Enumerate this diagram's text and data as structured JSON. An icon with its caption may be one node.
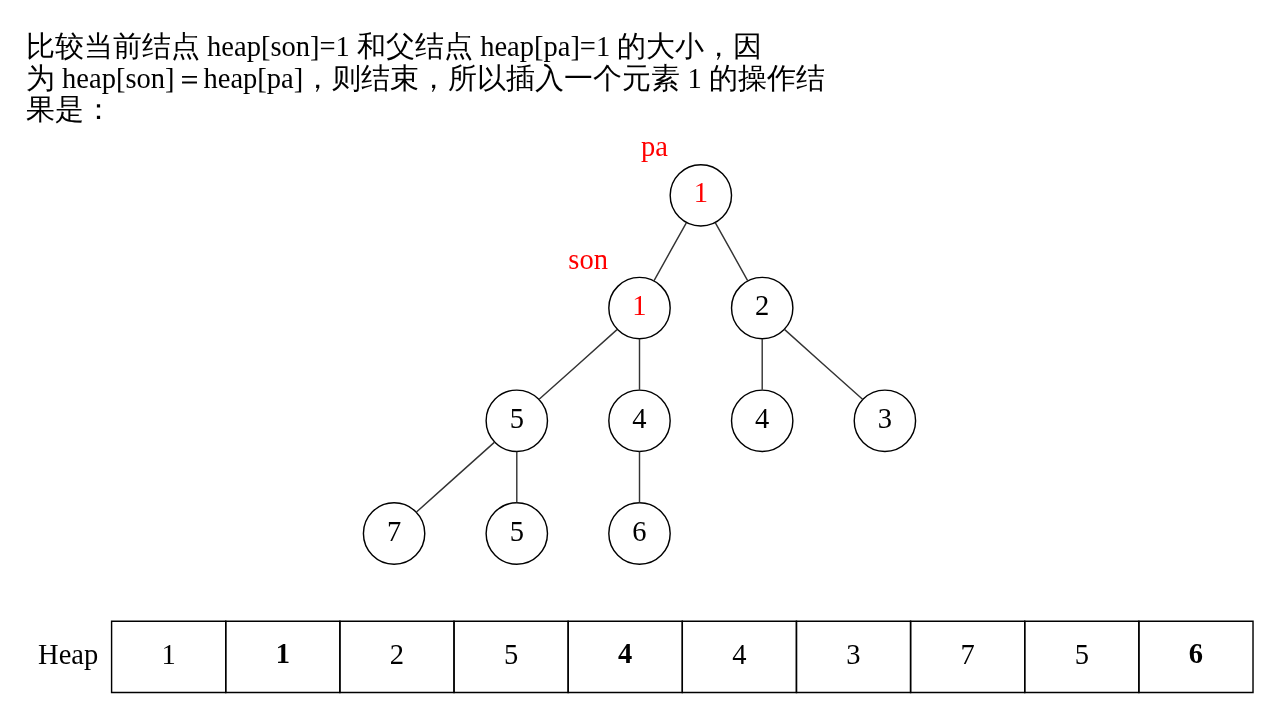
{
  "diagram": {
    "title": "比较当前结点 heap[son]=1 和父结点 heap[pa]=1 的大小，因为 heap[son]＝heap[pa]，则结束，所以插入一个元素 1 的操作结果是：",
    "nodes": [
      {
        "text": [
          "1"
        ],
        "beside": [
          "pa"
        ]
      },
      {
        "text": [
          "1"
        ],
        "beside": [
          "son"
        ]
      },
      {
        "text": [
          "2"
        ]
      },
      {
        "text": [
          "5"
        ]
      },
      {
        "text": [
          "4"
        ]
      },
      {
        "text": [
          "4"
        ]
      },
      {
        "text": [
          "3"
        ]
      },
      {
        "text": [
          "7"
        ]
      },
      {
        "text": [
          "5"
        ]
      },
      {
        "text": [
          "6"
        ]
      }
    ],
    "edges": [
      {
        "from": 0,
        "to": 1,
        "arrow": "none"
      },
      {
        "from": 0,
        "to": 2,
        "arrow": "none"
      },
      {
        "from": 1,
        "to": 3,
        "arrow": "none"
      },
      {
        "from": 1,
        "to": 4,
        "arrow": "none"
      },
      {
        "from": 2,
        "to": 5,
        "arrow": "none"
      },
      {
        "from": 2,
        "to": 6,
        "arrow": "none"
      },
      {
        "from": 3,
        "to": 7,
        "arrow": "none"
      },
      {
        "from": 3,
        "to": 8,
        "arrow": "none"
      },
      {
        "from": 4,
        "to": 9,
        "arrow": "none"
      }
    ],
    "labels": [
      "Heap",
      "1",
      "1",
      "2",
      "5",
      "4",
      "4",
      "3",
      "7",
      "5",
      "6"
    ]
  }
}
